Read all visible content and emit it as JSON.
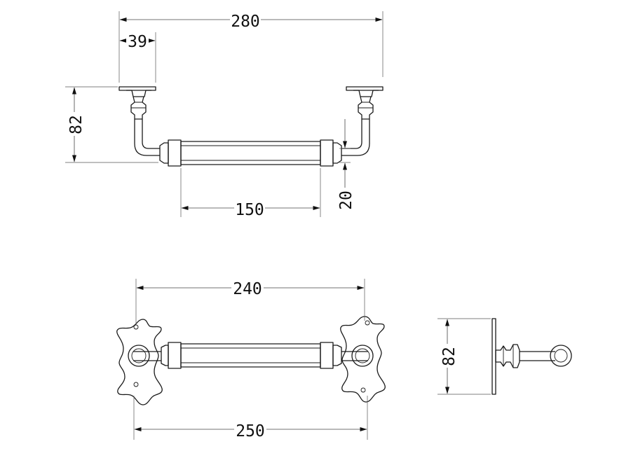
{
  "dimensions": {
    "top_overall": "280",
    "top_plate_offset": "39",
    "top_height": "82",
    "top_grip": "150",
    "top_offset": "20",
    "front_inner": "240",
    "front_overall": "250",
    "side_height": "82"
  },
  "colors": {
    "line": "#1a1a1a",
    "background": "#ffffff"
  }
}
